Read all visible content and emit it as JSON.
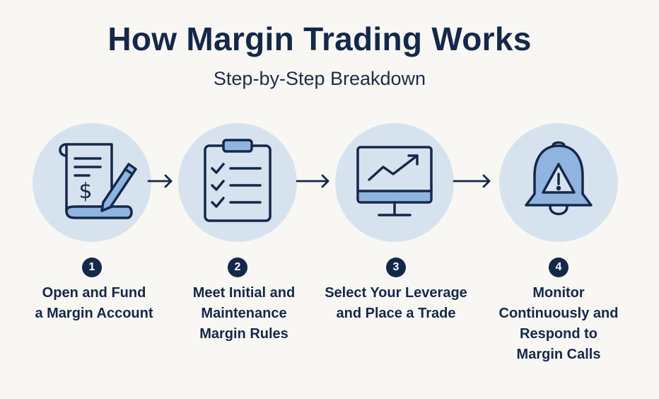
{
  "title": "How Margin Trading Works",
  "subtitle": "Step-by-Step Breakdown",
  "steps": [
    {
      "number": "1",
      "icon": "document-pen-icon",
      "lines": [
        "Open and Fund",
        "a Margin Account"
      ]
    },
    {
      "number": "2",
      "icon": "clipboard-checklist-icon",
      "lines": [
        "Meet Initial and",
        "Maintenance",
        "Margin Rules"
      ]
    },
    {
      "number": "3",
      "icon": "monitor-chart-icon",
      "lines": [
        "Select Your Leverage",
        "and Place a Trade"
      ]
    },
    {
      "number": "4",
      "icon": "warning-bell-icon",
      "lines": [
        "Monitor",
        "Continuously and",
        "Respond to",
        "Margin Calls"
      ]
    }
  ],
  "colors": {
    "navy": "#14284a",
    "circle": "#d6e3ef",
    "accent": "#8fb4e0",
    "background": "#f9f7f4"
  }
}
